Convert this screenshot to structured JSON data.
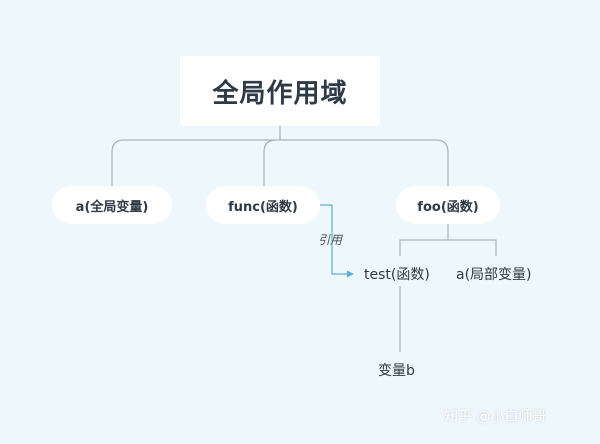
{
  "diagram": {
    "root": "全局作用域",
    "children": [
      {
        "id": "a",
        "label": "a(全局变量)"
      },
      {
        "id": "func",
        "label": "func(函数)"
      },
      {
        "id": "foo",
        "label": "foo(函数)"
      }
    ],
    "foo_children": [
      {
        "id": "test",
        "label": "test(函数)"
      },
      {
        "id": "a-local",
        "label": "a(局部变量)"
      }
    ],
    "test_children": [
      {
        "id": "var-b",
        "label": "变量b"
      }
    ],
    "reference": {
      "from": "func",
      "to": "test",
      "label": "引用"
    }
  },
  "watermark": "知乎 @小白师哥",
  "colors": {
    "background": "#eef7fb",
    "node": "#ffffff",
    "tree_line": "#a8b4be",
    "reference_line": "#5bb2d8",
    "text": "#2e3a45"
  }
}
